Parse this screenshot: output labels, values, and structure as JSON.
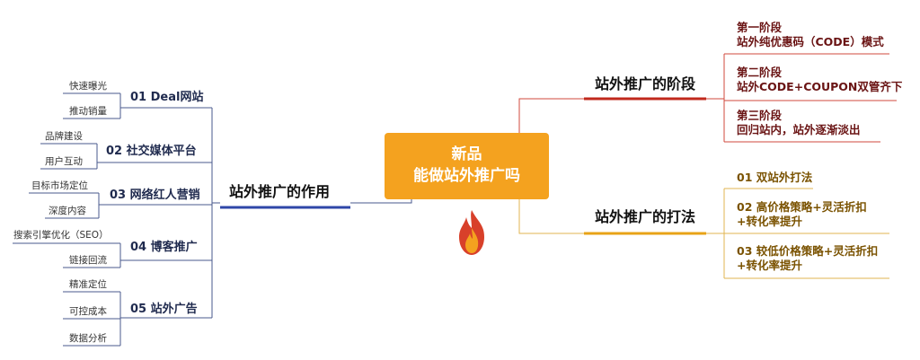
{
  "center": {
    "line1": "新品",
    "line2": "能做站外推广吗"
  },
  "left": {
    "title": "站外推广的作用",
    "groups": [
      {
        "label": "01 Deal网站",
        "items": [
          "快速曝光",
          "推动销量"
        ]
      },
      {
        "label": "02 社交媒体平台",
        "items": [
          "品牌建设",
          "用户互动"
        ]
      },
      {
        "label": "03 网络红人营销",
        "items": [
          "目标市场定位",
          "深度内容"
        ]
      },
      {
        "label": "04 博客推广",
        "items": [
          "搜索引擎优化（SEO）",
          "链接回流"
        ]
      },
      {
        "label": "05 站外广告",
        "items": [
          "精准定位",
          "可控成本",
          "数据分析"
        ]
      }
    ]
  },
  "right_top": {
    "title": "站外推广的阶段",
    "items": [
      {
        "line1": "第一阶段",
        "line2": "站外纯优惠码（CODE）模式"
      },
      {
        "line1": "第二阶段",
        "line2": "站外CODE+COUPON双管齐下"
      },
      {
        "line1": "第三阶段",
        "line2": "回归站内，站外逐渐淡出"
      }
    ]
  },
  "right_bottom": {
    "title": "站外推广的打法",
    "items": [
      {
        "line1": "01 双站外打法",
        "line2": ""
      },
      {
        "line1": "02 高价格策略+灵活折扣",
        "line2": "+转化率提升"
      },
      {
        "line1": "03 较低价格策略+灵活折扣",
        "line2": "+转化率提升"
      }
    ]
  },
  "colors": {
    "center": "#f4a21f",
    "left": "#2f47a8",
    "stages": "#c0281c",
    "tactics": "#e8a317"
  },
  "logo_icon": "flame-logo-icon"
}
